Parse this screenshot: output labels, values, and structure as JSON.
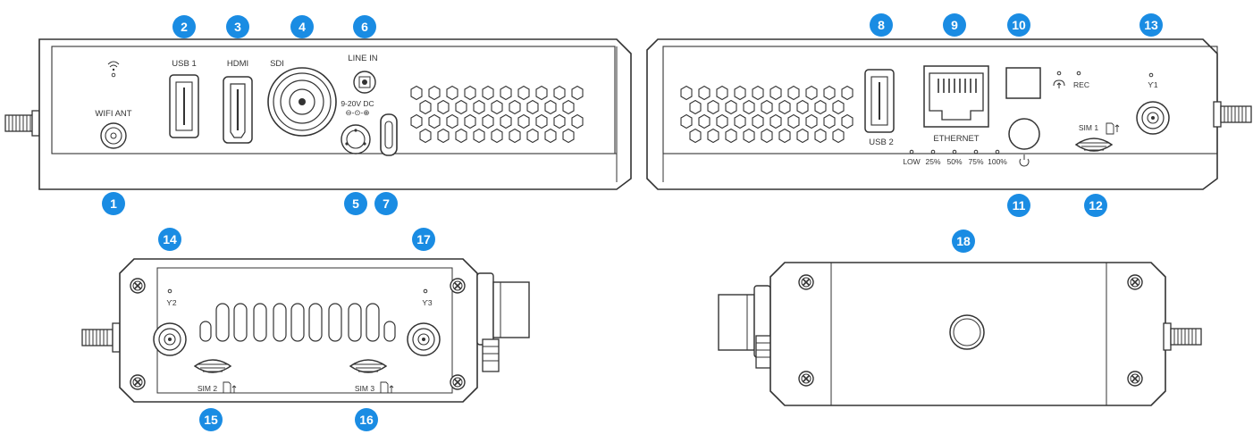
{
  "colors": {
    "callout": "#1a8ce3",
    "outline": "#333333",
    "body_fill": "#ffffff"
  },
  "callouts": [
    "1",
    "2",
    "3",
    "4",
    "5",
    "6",
    "7",
    "8",
    "9",
    "10",
    "11",
    "12",
    "13",
    "14",
    "15",
    "16",
    "17",
    "18"
  ],
  "front_panel": {
    "wifi_icon": "wifi-icon",
    "wifi_ant": "WIFI ANT",
    "usb1": "USB 1",
    "hdmi": "HDMI",
    "sdi": "SDI",
    "line_in": "LINE IN",
    "dc_in": "9-20V DC",
    "dc_polarity": "⊖-⊙-⊕"
  },
  "rear_panel": {
    "usb2": "USB 2",
    "ethernet": "ETHERNET",
    "battery_levels": [
      "LOW",
      "25%",
      "50%",
      "75%",
      "100%"
    ],
    "upload_icon": "cloud-upload-icon",
    "rec": "REC",
    "sim1": "SIM 1",
    "antenna1": "Ƴ1",
    "power_icon": "power-icon"
  },
  "side_left": {
    "antenna2": "Ƴ2",
    "antenna3": "Ƴ3",
    "sim2": "SIM 2",
    "sim3": "SIM 3"
  }
}
